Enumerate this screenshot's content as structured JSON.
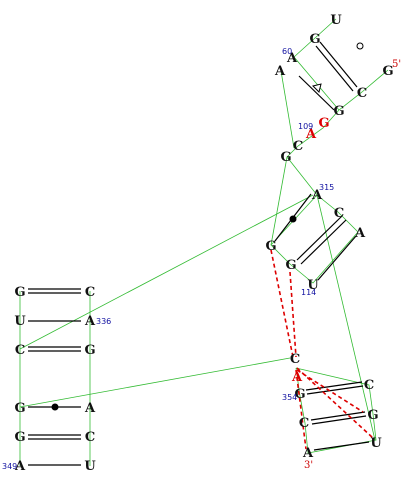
{
  "colors": {
    "backbone": "#33bb33",
    "pair": "#000000",
    "tertiary": "#dd0000",
    "index": "#1010a0",
    "background": "#ffffff"
  },
  "ends": {
    "five_prime": "5'",
    "three_prime": "3'"
  },
  "indices": {
    "n60": "60",
    "n109": "109",
    "n315": "315",
    "n114": "114",
    "n336": "336",
    "n354": "354",
    "n349": "349"
  },
  "top": {
    "U": "U",
    "G1": "G",
    "A1": "A",
    "A2": "A",
    "C1": "C",
    "G2": "G",
    "G3": "G",
    "G4": "G",
    "A3": "A",
    "C2": "C",
    "G5": "G"
  },
  "middle": {
    "A1": "A",
    "C1": "C",
    "A2": "A",
    "G1": "G",
    "G2": "G",
    "U1": "U"
  },
  "left": {
    "G1": "G",
    "C1": "C",
    "U1": "U",
    "A1": "A",
    "C2": "C",
    "G2": "G",
    "G3": "G",
    "A2": "A",
    "G4": "G",
    "C3": "C",
    "A3": "A",
    "U2": "U"
  },
  "bottom": {
    "C1": "C",
    "A1": "A",
    "G1": "G",
    "C2": "C",
    "C3": "C",
    "G2": "G",
    "A2": "A",
    "U1": "U"
  }
}
